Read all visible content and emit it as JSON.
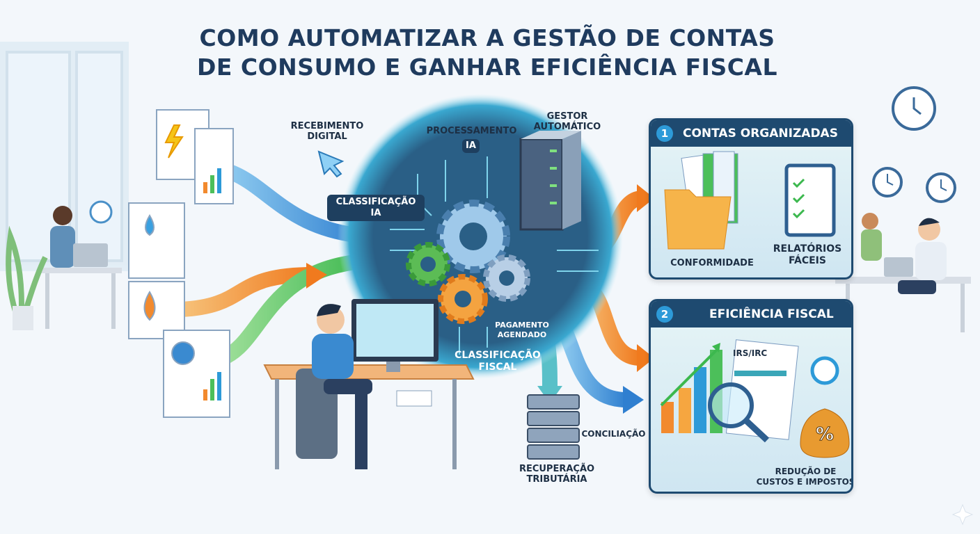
{
  "title": {
    "line1": "COMO AUTOMATIZAR A GESTÃO DE CONTAS",
    "line2": "DE CONSUMO E GANHAR EFICIÊNCIA FISCAL"
  },
  "flow_labels": {
    "recebimento": "RECEBIMENTO DIGITAL",
    "processamento": "PROCESSAMENTO",
    "processamento_badge": "IA",
    "gestor": "GESTOR AUTOMÁTICO",
    "classificacao_ia": "CLASSIFICAÇÃO IA",
    "pagamento": "PAGAMENTO AGENDADO",
    "classificacao_fiscal": "CLASSIFICAÇÃO FISCAL",
    "conciliacao": "CONCILIAÇÃO",
    "recuperacao": "RECUPERAÇÃO TRIBUTÁRIA"
  },
  "cards": [
    {
      "number": "1",
      "title": "CONTAS ORGANIZADAS",
      "items": [
        "CONFORMIDADE",
        "RELATÓRIOS FÁCEIS"
      ]
    },
    {
      "number": "2",
      "title": "EFICIÊNCIA FISCAL",
      "items": [
        "REDUÇÃO DE CUSTOS E IMPOSTOS"
      ],
      "document_label": "IRS/IRC"
    }
  ],
  "colors": {
    "navy": "#1e4a70",
    "blue": "#2d9ad8",
    "green": "#4cbf5a",
    "orange": "#f28a2e"
  }
}
